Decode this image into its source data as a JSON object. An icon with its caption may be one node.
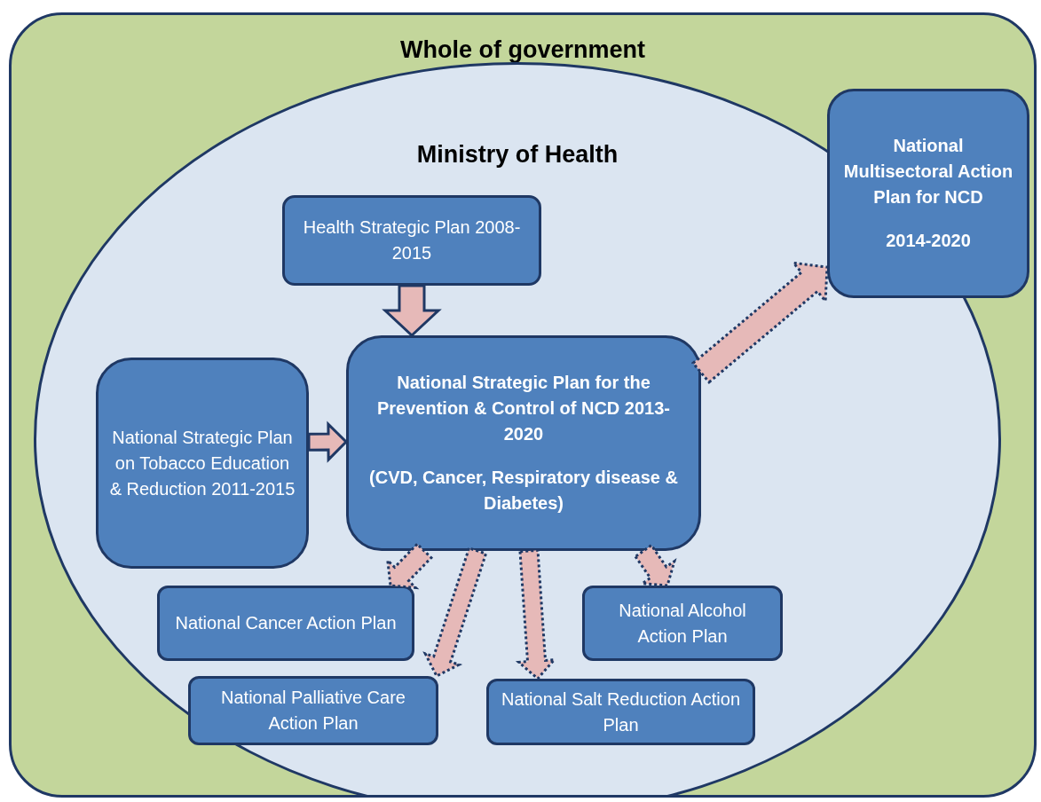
{
  "diagram": {
    "nodes": [
      {
        "text": [
          "Whole of government"
        ]
      },
      {
        "text": [
          "Ministry of Health"
        ],
        "in": 0
      },
      {
        "text": [
          "Health Strategic Plan 2008-2015"
        ],
        "in": 1
      },
      {
        "text": [
          "National Strategic Plan on Tobacco Education & Reduction 2011-2015"
        ],
        "in": 1
      },
      {
        "text": [
          "National Strategic Plan for the Prevention & Control of NCD 2013-2020",
          "(CVD, Cancer, Respiratory disease & Diabetes)"
        ],
        "in": 1
      },
      {
        "text": [
          "National Multisectoral Action Plan for NCD",
          "2014-2020"
        ],
        "in": 0
      },
      {
        "text": [
          "National Cancer Action Plan"
        ],
        "in": 1
      },
      {
        "text": [
          "National Alcohol Action Plan"
        ],
        "in": 1
      },
      {
        "text": [
          "National Palliative Care Action Plan"
        ],
        "in": 1
      },
      {
        "text": [
          "National Salt Reduction Action Plan"
        ],
        "in": 1
      }
    ],
    "edges": [
      {
        "from": 2,
        "to": 4,
        "arrow": "to"
      },
      {
        "from": 3,
        "to": 4,
        "arrow": "to"
      },
      {
        "from": 4,
        "to": 5,
        "arrow": "to",
        "style": "dashed"
      },
      {
        "from": 4,
        "to": 6,
        "arrow": "to",
        "style": "dashed"
      },
      {
        "from": 4,
        "to": 8,
        "arrow": "to",
        "style": "dashed"
      },
      {
        "from": 4,
        "to": 9,
        "arrow": "to",
        "style": "dashed"
      },
      {
        "from": 4,
        "to": 7,
        "arrow": "to",
        "style": "dashed"
      }
    ]
  }
}
